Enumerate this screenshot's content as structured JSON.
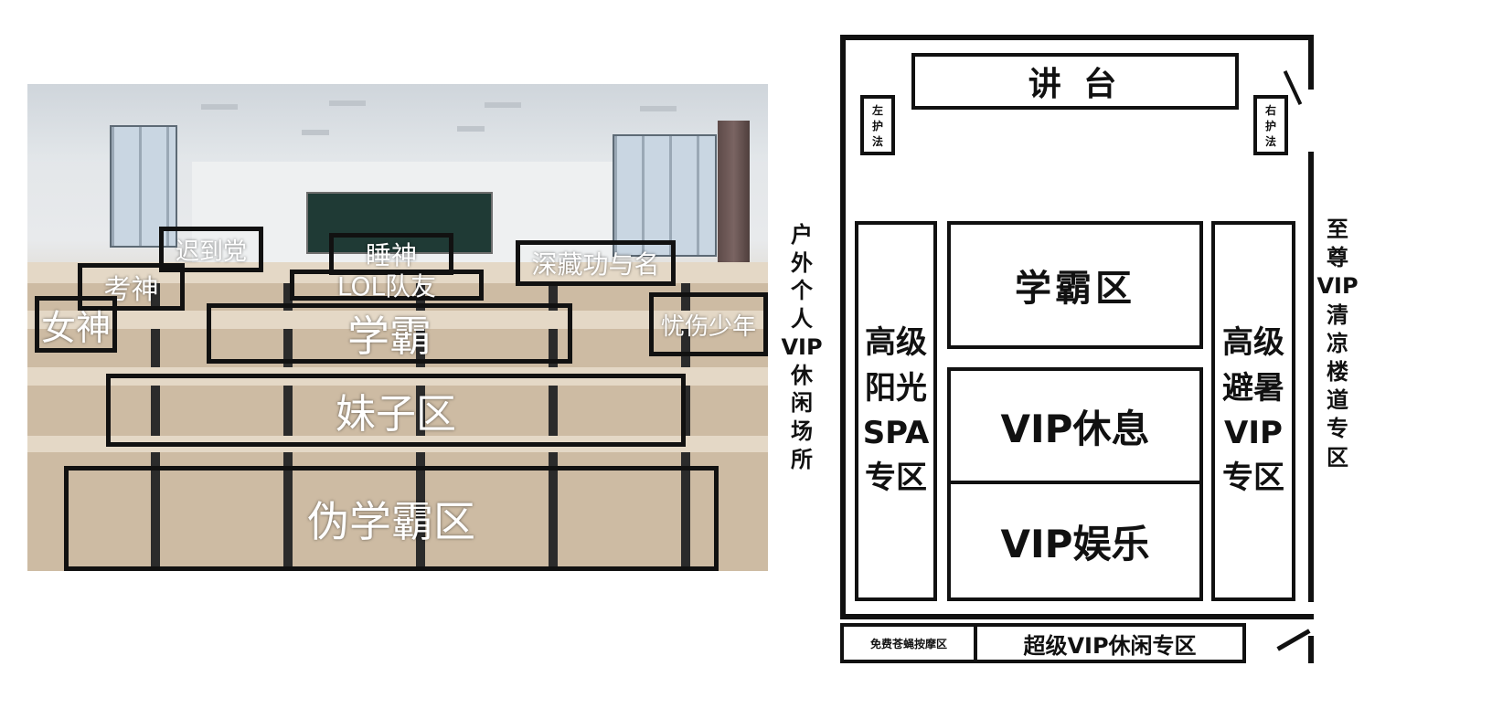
{
  "photo": {
    "labels": {
      "late_party": "迟到党",
      "sleep_god": "睡神",
      "hidden_master": "深藏功与名",
      "exam_god": "考神",
      "lol_teammate": "LOL队友",
      "goddess": "女神",
      "top_student": "学霸",
      "sad_youth": "忧伤少年",
      "girls_zone": "妹子区",
      "pseudo_top_zone": "伪学霸区"
    }
  },
  "plan": {
    "podium": "讲 台",
    "left_guard": [
      "左",
      "护",
      "法"
    ],
    "right_guard": [
      "右",
      "护",
      "法"
    ],
    "left_zone": [
      "高级",
      "阳光",
      "SPA",
      "专区"
    ],
    "top_student_zone": "学霸区",
    "vip_rest": "VIP休息",
    "vip_fun": "VIP娱乐",
    "right_zone": [
      "高级",
      "避暑",
      "VIP",
      "专区"
    ],
    "outdoor_label": [
      "户",
      "外",
      "个",
      "人",
      "VIP",
      "休",
      "闲",
      "场",
      "所"
    ],
    "stairway_label": [
      "至",
      "尊",
      "VIP",
      "清",
      "凉",
      "楼",
      "道",
      "专",
      "区"
    ],
    "massage_zone": "免费苍蝇按摩区",
    "super_vip_zone": "超级VIP休闲专区"
  }
}
